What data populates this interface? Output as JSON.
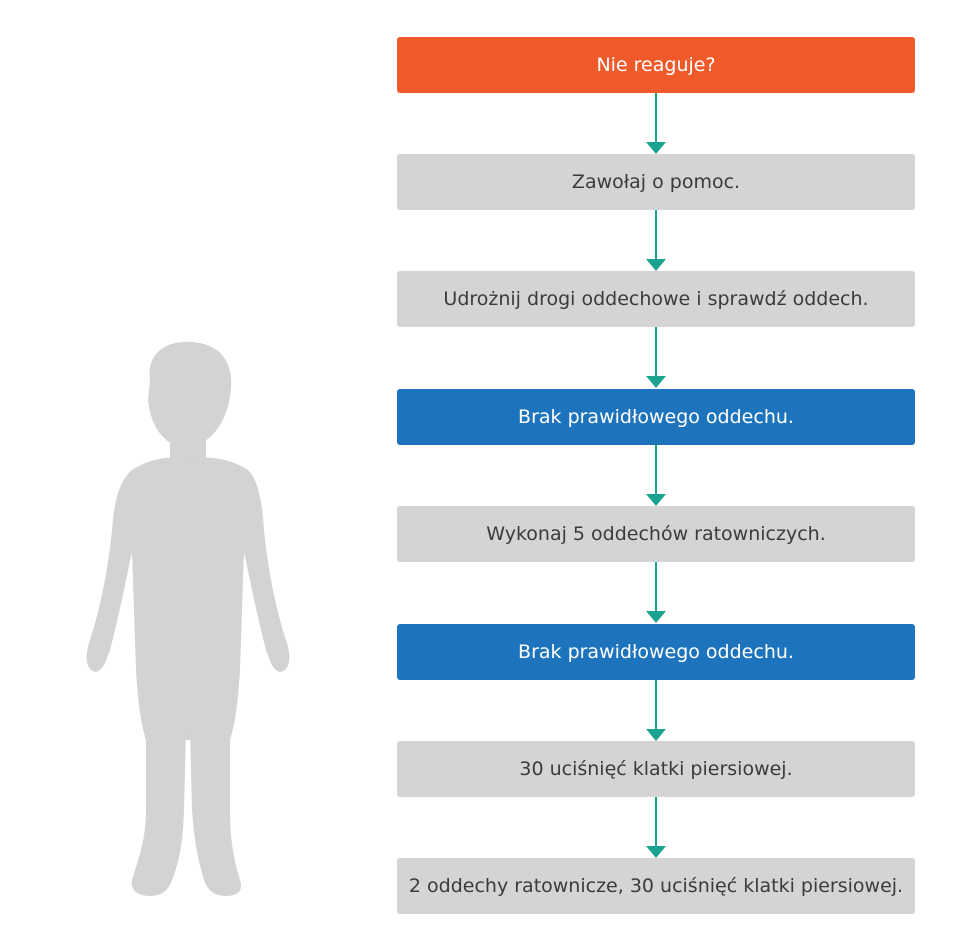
{
  "colors": {
    "red": "#f05a2a",
    "grey": "#d4d4d4",
    "blue": "#1d74bd",
    "arrow": "#1aa38f",
    "silhouette": "#d3d3d3"
  },
  "steps": [
    {
      "label": "Nie reaguje?",
      "style": "red"
    },
    {
      "label": "Zawołaj o pomoc.",
      "style": "grey"
    },
    {
      "label": "Udrożnij drogi oddechowe i sprawdź oddech.",
      "style": "grey"
    },
    {
      "label": "Brak prawidłowego oddechu.",
      "style": "blue"
    },
    {
      "label": "Wykonaj 5 oddechów ratowniczych.",
      "style": "grey"
    },
    {
      "label": "Brak prawidłowego oddechu.",
      "style": "blue"
    },
    {
      "label": "30 uciśnięć klatki piersiowej.",
      "style": "grey"
    },
    {
      "label": "2 oddechy ratownicze, 30 uciśnięć klatki piersiowej.",
      "style": "grey"
    }
  ]
}
